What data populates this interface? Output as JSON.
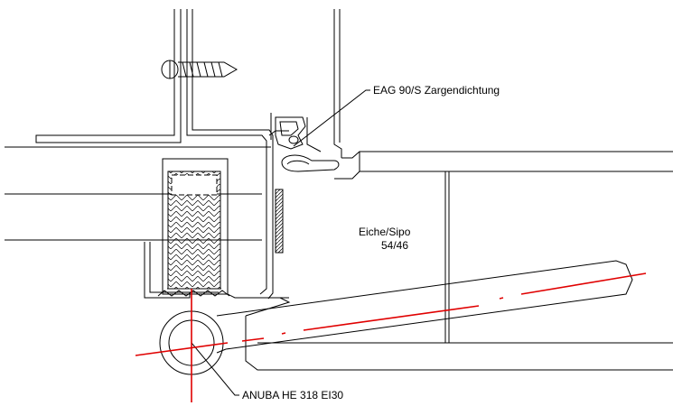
{
  "labels": {
    "seal": "EAG 90/S Zargendichtung",
    "material_line1": "Eiche/Sipo",
    "material_line2": "54/46",
    "hinge": "ANUBA HE 318 EI30"
  },
  "colors": {
    "line": "#000000",
    "axis": "#e00000",
    "background": "#ffffff"
  }
}
